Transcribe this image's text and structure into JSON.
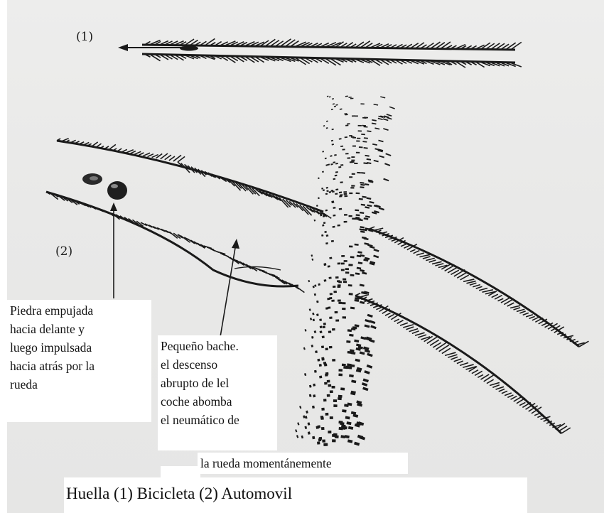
{
  "labels": {
    "track1": "(1)",
    "track2": "(2)"
  },
  "callouts": {
    "stone": [
      "Piedra empujada",
      "hacia delante y",
      "luego impulsada",
      "hacia atrás por la",
      "rueda"
    ],
    "bump": [
      "Pequeño bache.",
      "el descenso",
      "abrupto de lel",
      "coche abomba",
      "el neumático de"
    ],
    "bump_tail": "la rueda momentánemente"
  },
  "caption": "Huella (1) Bicicleta (2) Automovil",
  "colors": {
    "ink": "#1a1a1a",
    "paper": "#e9e9e8"
  }
}
